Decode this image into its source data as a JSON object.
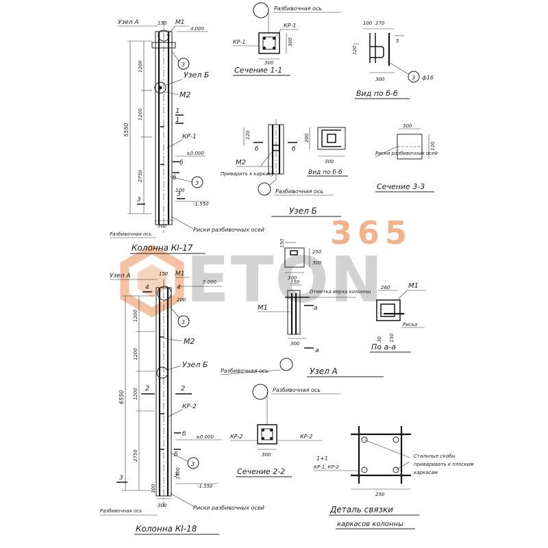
{
  "watermark": {
    "number": "365",
    "word": "ETON",
    "accent_color": "#f3a26c",
    "gray_color": "#cfcfcf"
  },
  "column1": {
    "title": "Колонна КI-17",
    "node_a": "Узел А",
    "node_b": "Узел Б",
    "m1": "М1",
    "m2": "М2",
    "kp": "КР-1",
    "top_mark": "4.000",
    "zero_mark": "±0.000",
    "bottom_mark": "-1.550",
    "total_height": "5550",
    "seg1": "1200",
    "seg2": "1200",
    "seg3": "2750",
    "top_width": "150",
    "bottom_width": "300",
    "dim_100": "100",
    "label_3": "3",
    "axis_label": "Разбивочная ось",
    "risk_label": "Риски разбивочных осей",
    "section": "1",
    "callout": "3",
    "b_mark": "б"
  },
  "column2": {
    "title": "Колонна КI-18",
    "node_a": "Узел А",
    "node_b": "Узел Б",
    "m1": "М1",
    "m2": "М2",
    "kp": "КР-2",
    "top_mark": "5.000",
    "zero_mark": "±0.000",
    "bottom_mark": "-1.550",
    "total_height": "6550",
    "seg1": "1200",
    "seg2": "1200",
    "seg3": "1200",
    "seg4": "2750",
    "top_width": "150",
    "bottom_width": "300",
    "dim_200": "200",
    "dim_1400": "1400",
    "dim_100": "100",
    "label_4": "4",
    "label_3": "3",
    "axis_label": "Разбивочная ось",
    "risk_label": "Риски разбивочных осей",
    "section": "2",
    "callout": "3",
    "b_mark": "б"
  },
  "section11": {
    "title": "Сечение 1-1",
    "axis": "Разбивочная ось",
    "kp": "КР-1",
    "w": "300",
    "h": "300"
  },
  "view_bb": {
    "title": "Вид по б-б",
    "d1": "100",
    "d2": "270",
    "d3": "300",
    "d4": "120",
    "d5": "5",
    "bar": "ф16",
    "callout": "3"
  },
  "node_b_detail": {
    "title": "Узел Б",
    "m2": "М2",
    "weld_note": "Приварить к каркасу",
    "axis": "Разбивочная ось",
    "d_120": "120",
    "b_mark": "б"
  },
  "view_bs": {
    "title": "Вид по б-б",
    "w": "300",
    "h": "200"
  },
  "section33": {
    "title": "Сечение 3-3",
    "w": "300",
    "d": "120",
    "risk": "Риски разбивочных осей"
  },
  "node_a_detail": {
    "title": "Узел А",
    "m1": "М1",
    "mark_note": "Отметка верха колонны",
    "axis": "Разбивочная ось",
    "top_150": "150",
    "dims": [
      "250",
      "300"
    ],
    "w300a": "300",
    "w300b": "300",
    "a_mark": "а",
    "view_title": "По а-а",
    "view_m1": "М1",
    "view_w": "260",
    "view_risk": "Риска",
    "view_d1": "30",
    "view_d2": "150"
  },
  "section22": {
    "title": "Сечение 2-2",
    "axis": "Разбивочная ось",
    "kp": "КР-2",
    "w": "300"
  },
  "detail_link": {
    "title": "Деталь связки",
    "subtitle": "каркасов колонны",
    "ref": "1+1",
    "ref2": "КР-1, КР-2",
    "note1": "Стальные скобы",
    "note2": "приваривать к плоским",
    "note3": "каркасам",
    "w": "250"
  }
}
